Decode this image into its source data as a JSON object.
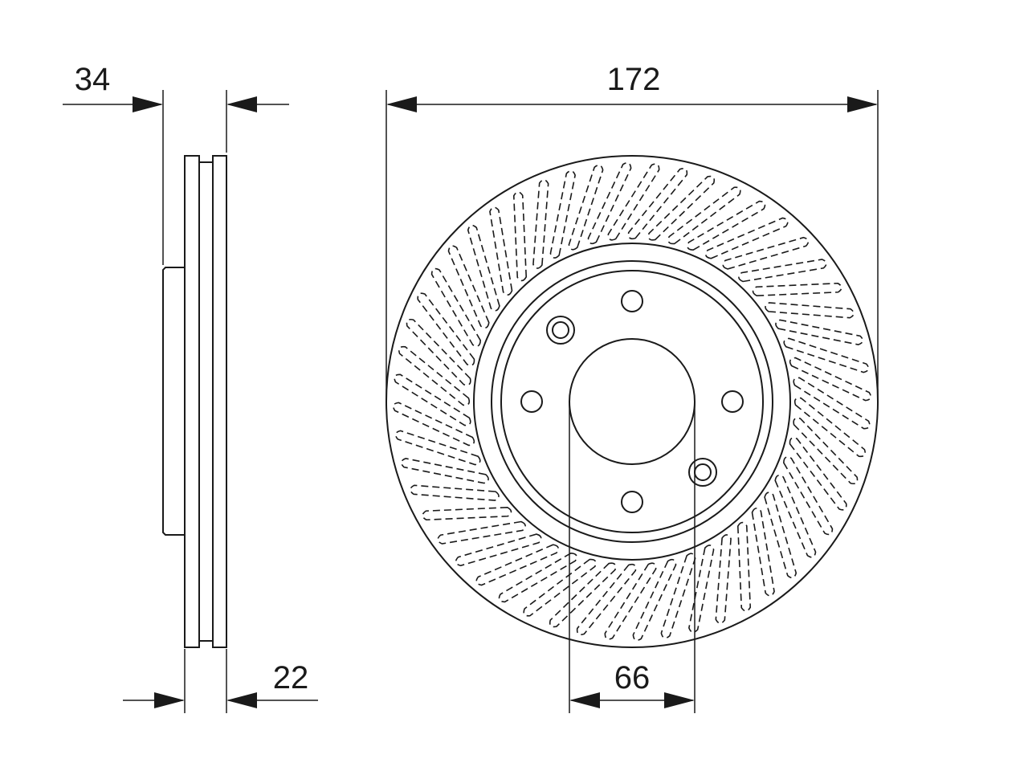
{
  "dimensions": {
    "overall_thickness": "34",
    "outer_diameter": "172",
    "min_thickness": "22",
    "center_bore": "66"
  },
  "colors": {
    "ink": "#1a1a1a",
    "background": "#ffffff"
  }
}
